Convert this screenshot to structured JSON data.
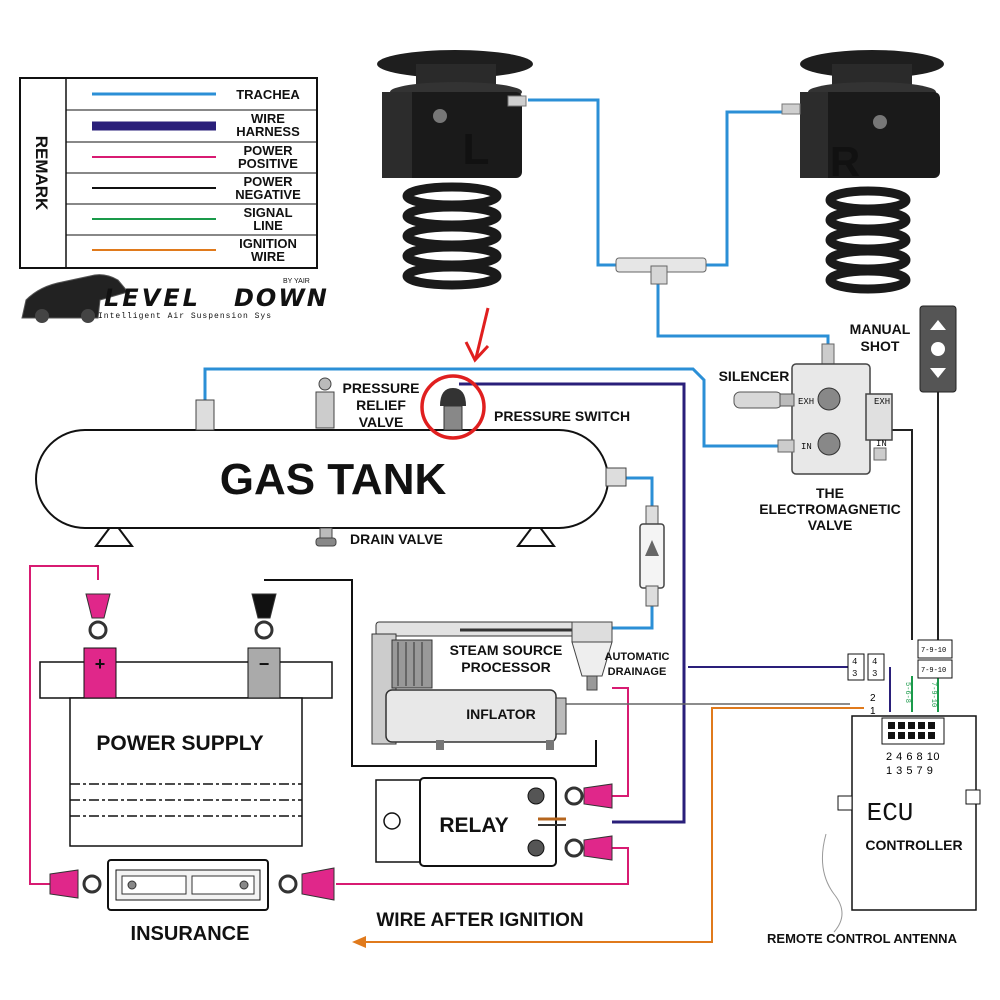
{
  "legend": {
    "heading": "REMARK",
    "items": [
      {
        "line1": "TRACHEA",
        "line2": "",
        "color": "#2b8fd6",
        "thick": false
      },
      {
        "line1": "WIRE",
        "line2": "HARNESS",
        "color": "#2a1f7a",
        "thick": true
      },
      {
        "line1": "POWER",
        "line2": "POSITIVE",
        "color": "#d81b72",
        "thick": false
      },
      {
        "line1": "POWER",
        "line2": "NEGATIVE",
        "color": "#111111",
        "thick": false
      },
      {
        "line1": "SIGNAL",
        "line2": "LINE",
        "color": "#1a9a4a",
        "thick": false
      },
      {
        "line1": "IGNITION",
        "line2": "WIRE",
        "color": "#e07a1c",
        "thick": false
      }
    ]
  },
  "brand": {
    "by": "BY YAIR",
    "name_left": "LEVEL",
    "name_right": "DOWN",
    "tagline": "Intelligent Air Suspension Sys"
  },
  "struts": {
    "left": "L",
    "right": "R"
  },
  "labels": {
    "gas_tank": "GAS TANK",
    "pressure_relief_1": "PRESSURE",
    "pressure_relief_2": "RELIEF",
    "pressure_relief_3": "VALVE",
    "pressure_switch": "PRESSURE SWITCH",
    "drain_valve": "DRAIN VALVE",
    "silencer": "SILENCER",
    "manual_1": "MANUAL",
    "manual_2": "SHOT",
    "valve_1": "THE",
    "valve_2": "ELECTROMAGNETIC",
    "valve_3": "VALVE",
    "exh_left": "EXH",
    "exh_right": "EXH",
    "in_left": "IN",
    "in_right": "IN",
    "steam_1": "STEAM SOURCE",
    "steam_2": "PROCESSOR",
    "auto_1": "AUTOMATIC",
    "auto_2": "DRAINAGE",
    "inflator": "INFLATOR",
    "power_supply": "POWER SUPPLY",
    "relay": "RELAY",
    "insurance": "INSURANCE",
    "wire_after_ignition": "WIRE AFTER IGNITION",
    "ecu": "ECU",
    "controller": "CONTROLLER",
    "antenna": "REMOTE CONTROL ANTENNA",
    "plus": "+",
    "minus": "−"
  },
  "ecu_pins": {
    "top": "2 4 6 8 10",
    "bottom": "1 3 5 7 9",
    "p2": "2",
    "p1": "1"
  },
  "connectors": {
    "a_top": "4",
    "a_bot": "3",
    "b_top": "4",
    "b_bot": "3",
    "c_top": "7-9-10",
    "c_bot": "7-9-10",
    "side1": "5-6-8",
    "side2": "7-9-10"
  }
}
